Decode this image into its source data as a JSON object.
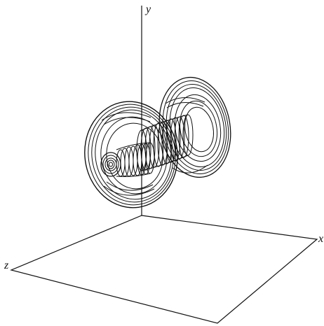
{
  "axes": {
    "x_label": "x",
    "y_label": "y",
    "z_label": "z"
  },
  "colors": {
    "background": "#ffffff",
    "line": "#111111"
  }
}
